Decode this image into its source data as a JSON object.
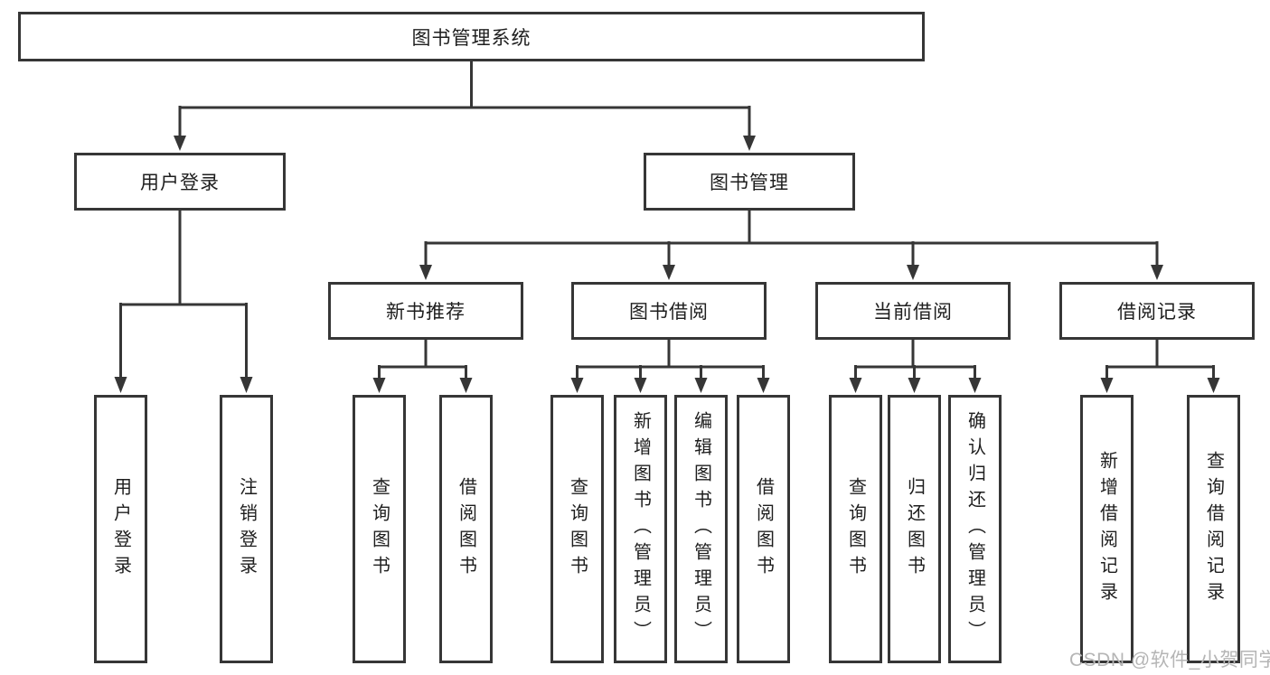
{
  "nodes": {
    "root": "图书管理系统",
    "level2": [
      "用户登录",
      "图书管理"
    ],
    "level3": [
      "新书推荐",
      "图书借阅",
      "当前借阅",
      "借阅记录"
    ],
    "leaves_login": [
      "用户登录",
      "注销登录"
    ],
    "leaves_recommend": [
      "查询图书",
      "借阅图书"
    ],
    "leaves_borrow": [
      "查询图书",
      "新增图书（管理员）",
      "编辑图书（管理员）",
      "借阅图书"
    ],
    "leaves_current": [
      "查询图书",
      "归还图书",
      "确认归还（管理员）"
    ],
    "leaves_records": [
      "新增借阅记录",
      "查询借阅记录"
    ]
  },
  "watermark": "CSDN @软件_小贺同学",
  "colors": {
    "line": "#363636",
    "box_border": "#363636",
    "text": "#1e1e1e",
    "watermark": "#b5b5b5",
    "background": "#ffffff"
  }
}
